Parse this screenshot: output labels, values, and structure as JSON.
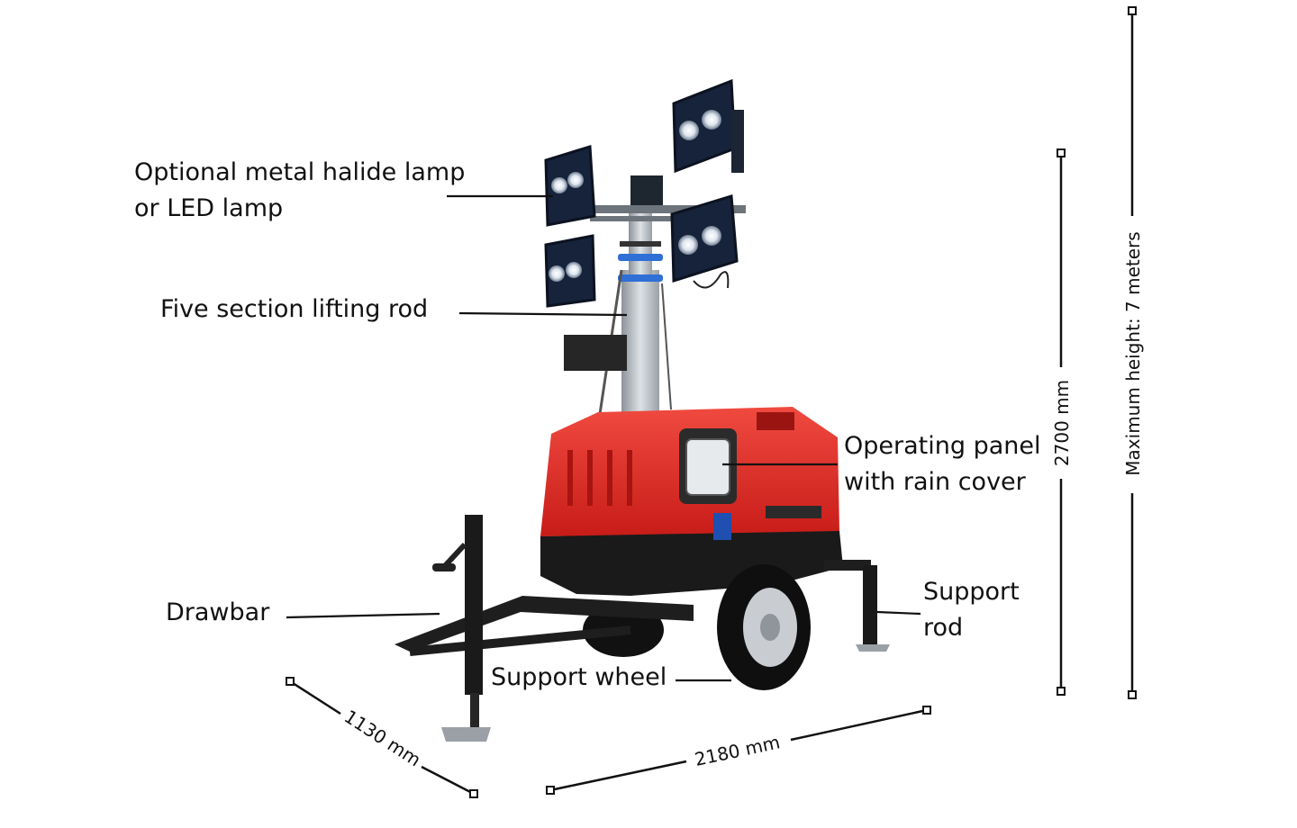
{
  "callouts": {
    "lamp": {
      "line1": "Optional metal halide lamp",
      "line2": "or LED lamp"
    },
    "rod": {
      "label": "Five section lifting rod"
    },
    "panel": {
      "line1": "Operating panel",
      "line2": "with rain cover"
    },
    "drawbar": {
      "label": "Drawbar"
    },
    "support_rod": {
      "line1": "Support",
      "line2": "rod"
    },
    "support_wheel": {
      "label": "Support wheel"
    }
  },
  "dimensions": {
    "height": "2700 mm",
    "max_height": "Maximum height: 7 meters",
    "length": "2180 mm",
    "width": "1130 mm"
  },
  "colors": {
    "body_red": "#e52420",
    "skirt_black": "#1a1a1a",
    "frame": "#222222",
    "lamp_face": "#1b2b44",
    "mast": "#b8bec4"
  }
}
